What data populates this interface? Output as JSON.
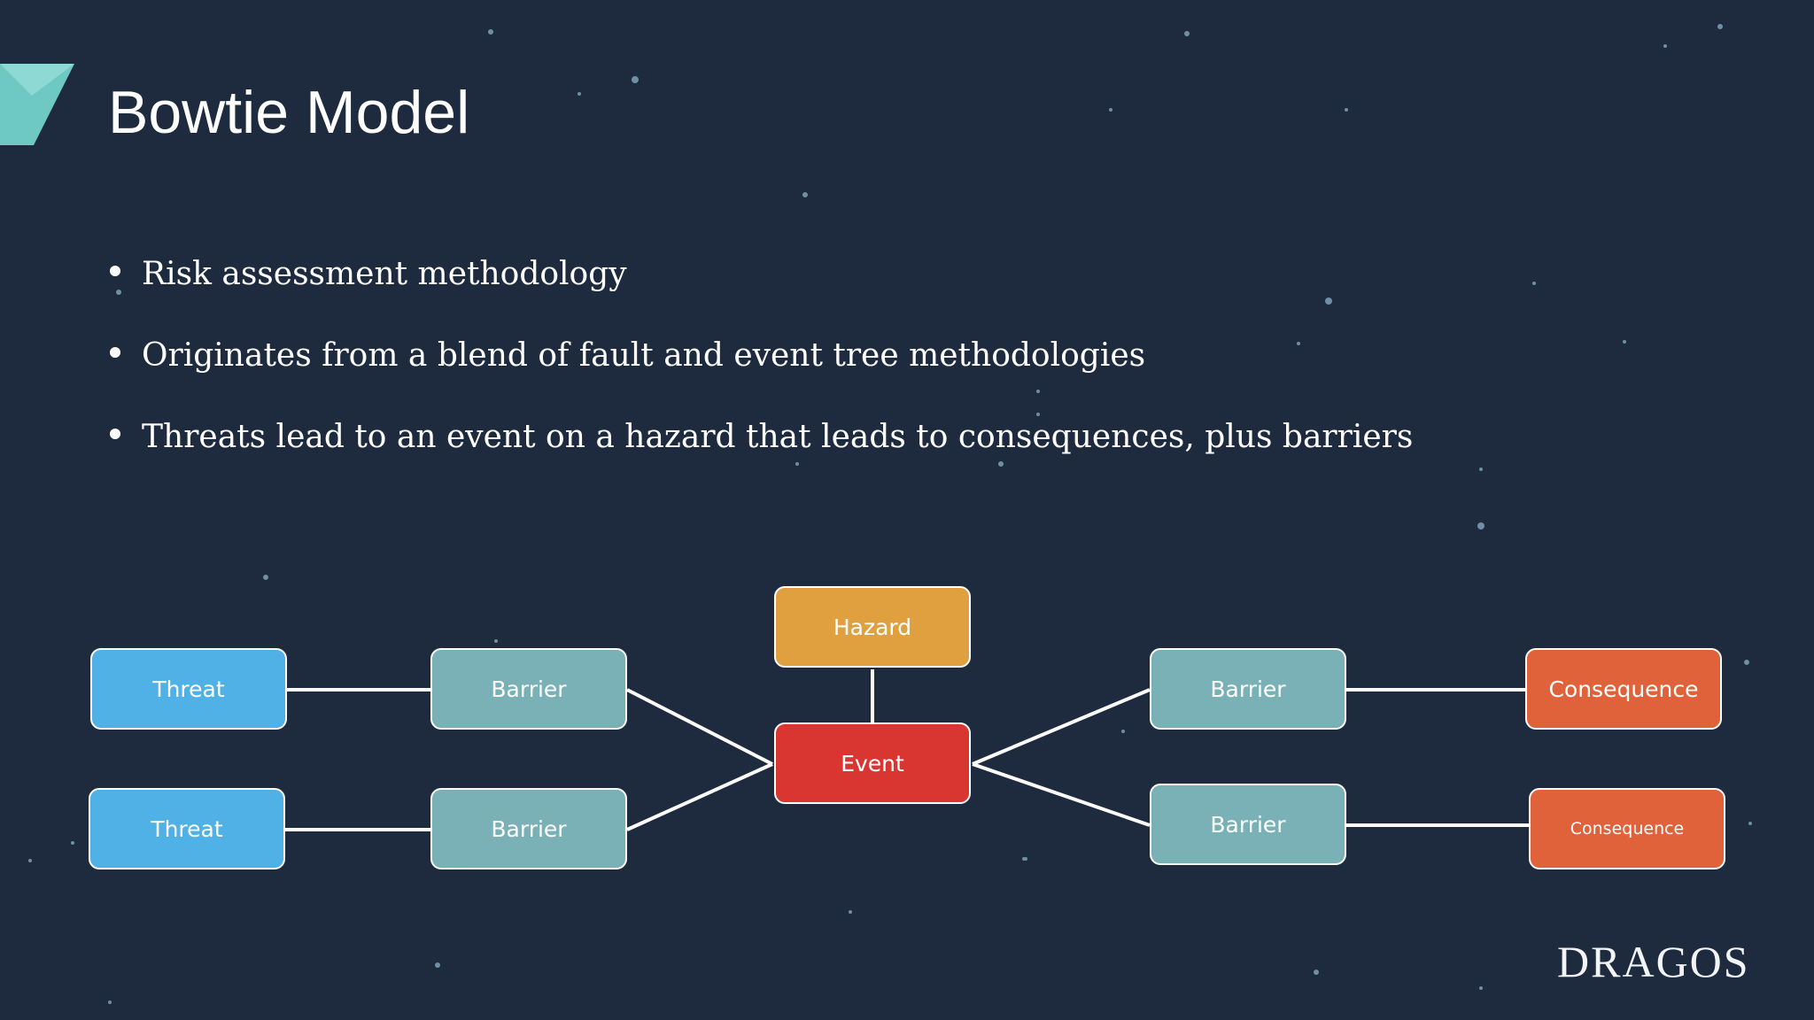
{
  "slide": {
    "title": "Bowtie Model",
    "bullets": [
      "Risk assessment methodology",
      "Originates from a blend of fault and event tree methodologies",
      "Threats lead to an event on a hazard that leads to consequences, plus barriers"
    ]
  },
  "diagram": {
    "nodes": {
      "threat_1": "Threat",
      "threat_2": "Threat",
      "barrier_left_1": "Barrier",
      "barrier_left_2": "Barrier",
      "hazard": "Hazard",
      "event": "Event",
      "barrier_right_1": "Barrier",
      "barrier_right_2": "Barrier",
      "consequence_1": "Consequence",
      "consequence_2": "Consequence"
    },
    "colors": {
      "threat": "#4fb1e5",
      "barrier": "#79b1b6",
      "hazard": "#e0a03f",
      "event": "#d93632",
      "consequence": "#e0623a",
      "connector": "#ffffff"
    }
  },
  "theme": {
    "background": "#1e2b3e",
    "accent": "#6ec9c4"
  },
  "logo": {
    "text": "DRAGOS"
  }
}
